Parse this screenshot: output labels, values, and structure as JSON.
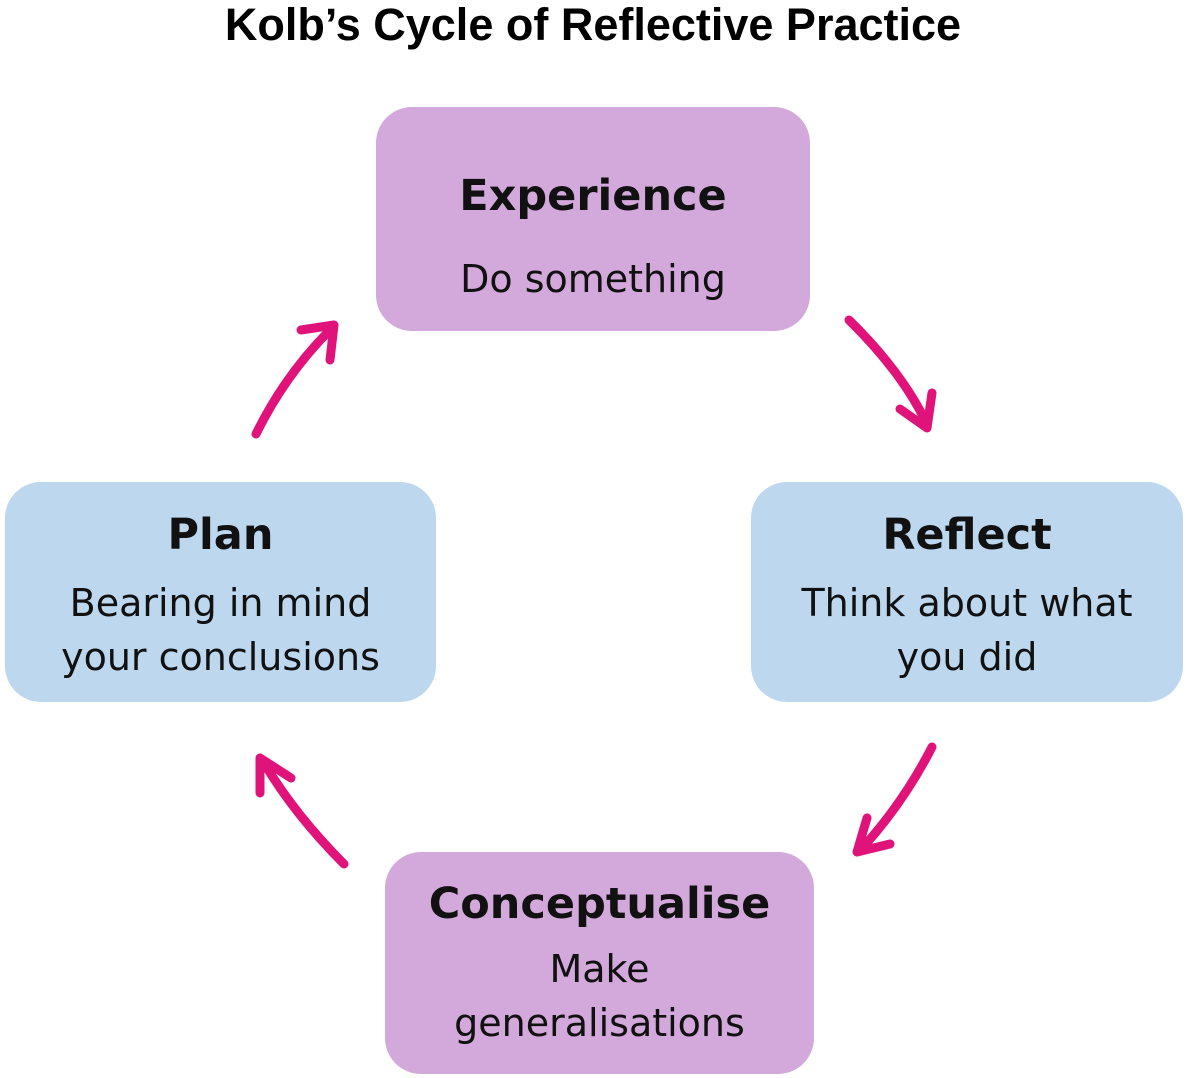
{
  "title": "Kolb’s Cycle of Reflective Practice",
  "colors": {
    "purple_box": "#d3a8da",
    "blue_box": "#bdd7ee",
    "arrow": "#e0137a",
    "title_text": "#000000"
  },
  "stages": {
    "experience": {
      "heading": "Experience",
      "text": "Do something",
      "color": "#d3a8da"
    },
    "reflect": {
      "heading": "Reflect",
      "text": "Think about what\nyou did",
      "color": "#bdd7ee"
    },
    "conceptualise": {
      "heading": "Conceptualise",
      "text": "Make\ngeneralisations",
      "color": "#d3a8da"
    },
    "plan": {
      "heading": "Plan",
      "text": "Bearing in mind\nyour conclusions",
      "color": "#bdd7ee"
    }
  }
}
